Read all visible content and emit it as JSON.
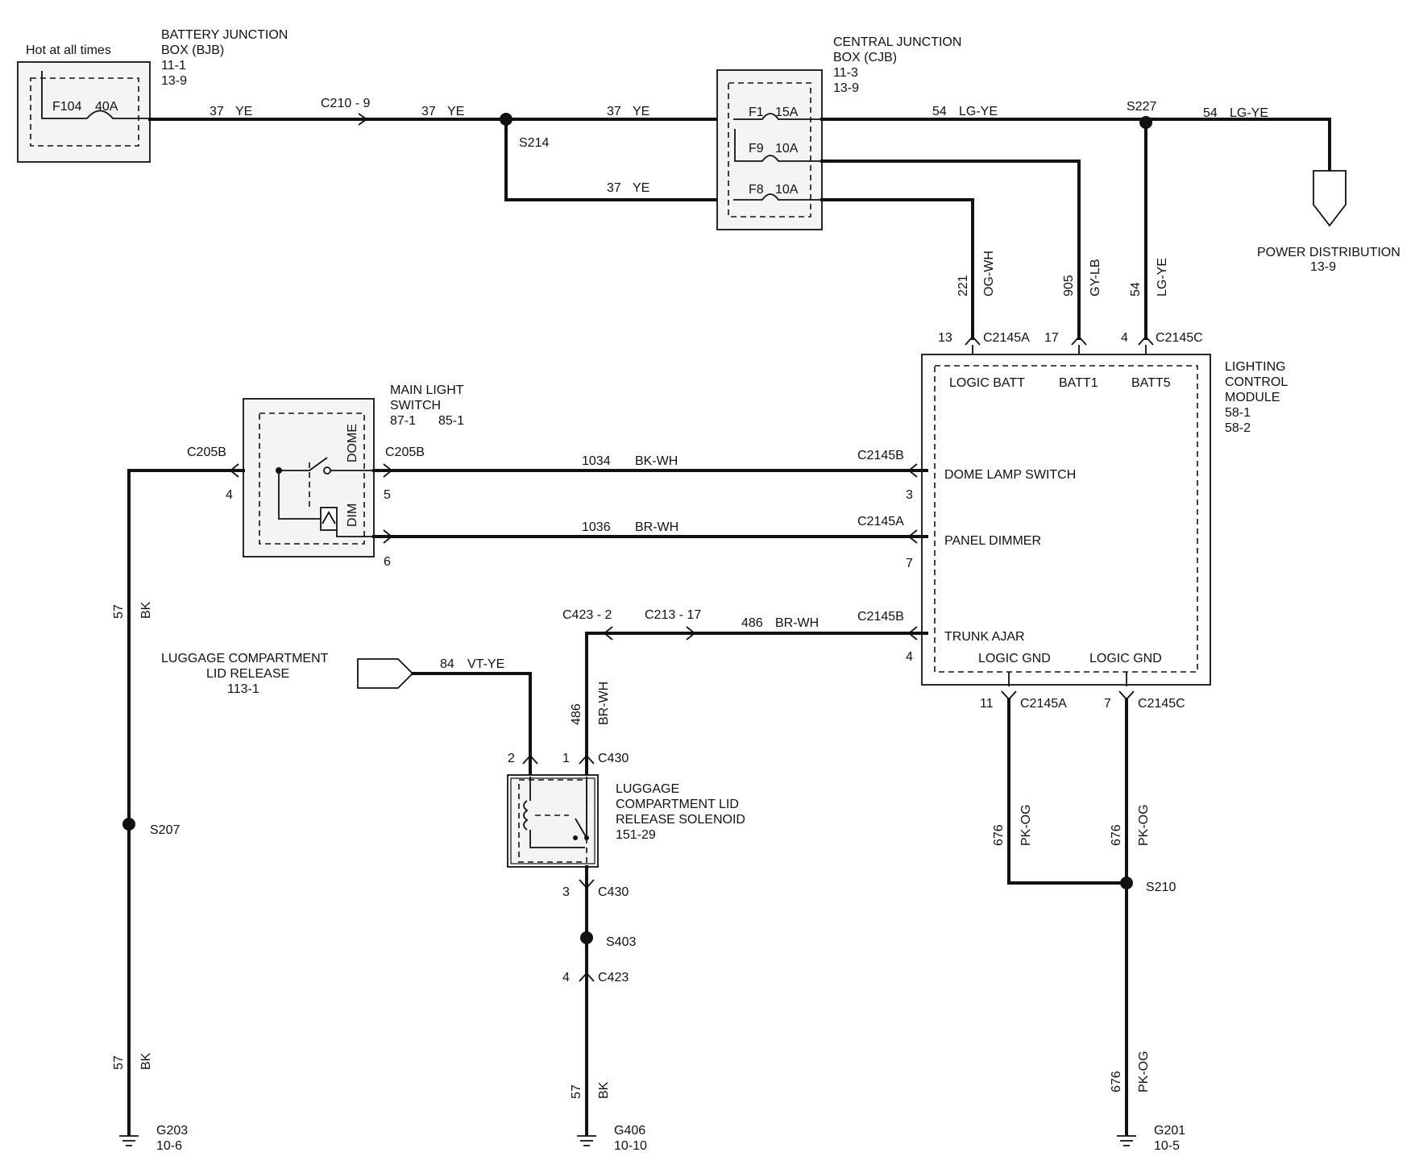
{
  "components": {
    "hot_at_all_times": "Hot at all times",
    "bjb": {
      "line1": "BATTERY  JUNCTION",
      "line2": "BOX (BJB)",
      "ref1": "11-1",
      "ref2": "13-9",
      "fuse": "F104",
      "rating": "40A"
    },
    "cjb": {
      "line1": "CENTRAL  JUNCTION",
      "line2": "BOX (CJB)",
      "ref1": "11-3",
      "ref2": "13-9",
      "f1": "F1",
      "f1_rating": "15A",
      "f9": "F9",
      "f9_rating": "10A",
      "f8": "F8",
      "f8_rating": "10A"
    },
    "power_distribution": {
      "name": "POWER DISTRIBUTION",
      "ref": "13-9"
    },
    "lcm": {
      "line1": "LIGHTING",
      "line2": "CONTROL",
      "line3": "MODULE",
      "ref1": "58-1",
      "ref2": "58-2",
      "pin_logic_batt": "LOGIC BATT",
      "pin_batt1": "BATT1",
      "pin_batt5": "BATT5",
      "pin_dome": "DOME LAMP SWITCH",
      "pin_panel": "PANEL DIMMER",
      "pin_trunk": "TRUNK AJAR",
      "pin_gnd_a": "LOGIC GND",
      "pin_gnd_b": "LOGIC GND"
    },
    "main_light_switch": {
      "line1": "MAIN  LIGHT",
      "line2": "SWITCH",
      "ref1": "87-1",
      "ref2": "85-1",
      "dome": "DOME",
      "dim": "DIM"
    },
    "luggage_release": {
      "line1": "LUGGAGE COMPARTMENT",
      "line2": "LID RELEASE",
      "ref": "113-1"
    },
    "solenoid": {
      "line1": "LUGGAGE",
      "line2": "COMPARTMENT LID",
      "line3": "RELEASE SOLENOID",
      "ref": "151-29"
    }
  },
  "wires": {
    "w37a": {
      "circuit": "37",
      "color": "YE"
    },
    "w37b": {
      "circuit": "37",
      "color": "YE"
    },
    "w37c": {
      "circuit": "37",
      "color": "YE"
    },
    "w37d": {
      "circuit": "37",
      "color": "YE"
    },
    "w54a": {
      "circuit": "54",
      "color": "LG-YE"
    },
    "w54b": {
      "circuit": "54",
      "color": "LG-YE"
    },
    "w221": {
      "circuit": "221",
      "color": "OG-WH"
    },
    "w905": {
      "circuit": "905",
      "color": "GY-LB"
    },
    "w54v": {
      "circuit": "54",
      "color": "LG-YE"
    },
    "w1034": {
      "circuit": "1034",
      "color": "BK-WH"
    },
    "w1036": {
      "circuit": "1036",
      "color": "BR-WH"
    },
    "w486h": {
      "circuit": "486",
      "color": "BR-WH"
    },
    "w486v": {
      "circuit": "486",
      "color": "BR-WH"
    },
    "w84": {
      "circuit": "84",
      "color": "VT-YE"
    },
    "w57a": {
      "circuit": "57",
      "color": "BK"
    },
    "w57b": {
      "circuit": "57",
      "color": "BK"
    },
    "w57c": {
      "circuit": "57",
      "color": "BK"
    },
    "w676a": {
      "circuit": "676",
      "color": "PK-OG"
    },
    "w676b": {
      "circuit": "676",
      "color": "PK-OG"
    },
    "w676c": {
      "circuit": "676",
      "color": "PK-OG"
    }
  },
  "connectors": {
    "c210": "C210  -  9",
    "c2145a_13": {
      "id": "C2145A",
      "pin": "13"
    },
    "c2145a_17": {
      "pin": "17"
    },
    "c2145c_4": {
      "id": "C2145C",
      "pin": "4"
    },
    "c205b_l": {
      "id": "C205B",
      "pin": "4"
    },
    "c205b_r": {
      "id": "C205B",
      "pin5": "5",
      "pin6": "6"
    },
    "c2145b_3": {
      "id": "C2145B",
      "pin": "3"
    },
    "c2145a_7": {
      "id": "C2145A",
      "pin": "7"
    },
    "c2145b_4": {
      "id": "C2145B",
      "pin": "4"
    },
    "c423_2": "C423  -  2",
    "c213": "C213  -  17",
    "c430_top": {
      "pin2": "2",
      "pin1": "1",
      "id": "C430"
    },
    "c430_bot": {
      "pin": "3",
      "id": "C430"
    },
    "c423_4": {
      "pin": "4",
      "id": "C423"
    },
    "c2145a_11": {
      "pin": "11",
      "id": "C2145A"
    },
    "c2145c_7": {
      "pin": "7",
      "id": "C2145C"
    }
  },
  "splices": {
    "s214": "S214",
    "s227": "S227",
    "s207": "S207",
    "s403": "S403",
    "s210": "S210"
  },
  "grounds": {
    "g203": {
      "id": "G203",
      "ref": "10-6"
    },
    "g406": {
      "id": "G406",
      "ref": "10-10"
    },
    "g201": {
      "id": "G201",
      "ref": "10-5"
    }
  }
}
